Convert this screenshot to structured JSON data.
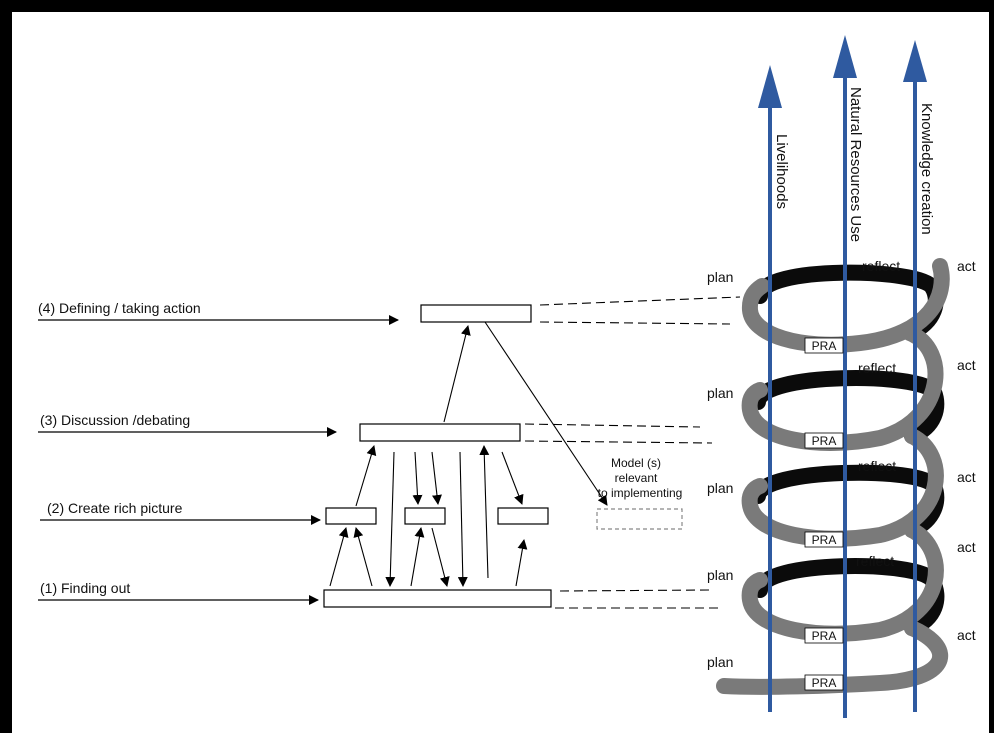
{
  "stages": {
    "s4": "(4) Defining / taking action",
    "s3": "(3) Discussion /debating",
    "s2": "(2) Create rich picture",
    "s1": "(1) Finding out"
  },
  "model_note": {
    "line1": "Model (s)",
    "line2": "relevant",
    "line3": "to implementing"
  },
  "axes": {
    "livelihoods": "Livelihoods",
    "natural_resources": "Natural Resources Use",
    "knowledge": "Knowledge creation"
  },
  "cycle": {
    "plan": "plan",
    "reflect": "reflect",
    "act": "act",
    "pra": "PRA"
  },
  "colors": {
    "arrow_blue": "#2f5aa0",
    "coil_dark": "#0b0b0b",
    "coil_grey": "#7a7a7a"
  }
}
